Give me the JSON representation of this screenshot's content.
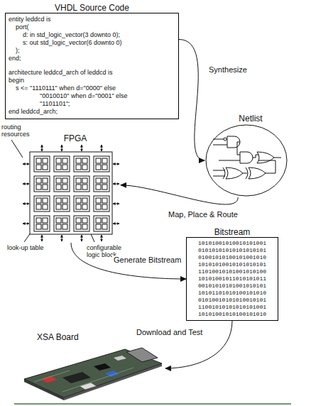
{
  "diagram": {
    "nodes": [
      {
        "text": [
          "VHDL Source Code",
          "entity leddcd is",
          "port(",
          "d: in std_logic_vector(3 downto 0);",
          "s: out std_logic_vector(6 downto 0)",
          ");",
          "end;",
          "architecture leddcd_arch of leddcd is",
          "begin",
          "s <= \"1110111\" when d=\"0000\" else",
          "\"0010010\" when d=\"0001\" else",
          "\"1101101\";",
          "end leddcd_arch;"
        ]
      },
      {
        "text": [
          "Netlist"
        ]
      },
      {
        "text": [
          "FPGA"
        ]
      },
      {
        "text": [
          "Bitstream",
          "10101001010010101001",
          "01010101010101010101",
          "01001010100101001010",
          "10101010010101010101",
          "11010010101001010100",
          "10101001011010101011",
          "00101010101001010101",
          "10101101010100101010",
          "01010010101010010101",
          "11001010101010101001",
          "10101001010100101010"
        ]
      },
      {
        "text": [
          "XSA Board"
        ]
      }
    ],
    "edges": [
      {
        "from": 0,
        "to": 1,
        "label": "Synthesize",
        "arrow": "to"
      },
      {
        "from": 1,
        "to": 2,
        "label": "Map, Place & Route",
        "arrow": "to"
      },
      {
        "from": 2,
        "to": 3,
        "label": "Generate Bitstream",
        "arrow": "to"
      },
      {
        "from": 3,
        "to": 4,
        "label": "Download and Test",
        "arrow": "to"
      }
    ],
    "labels": [
      "routing resources",
      "look-up table",
      "configurable logic block"
    ]
  }
}
